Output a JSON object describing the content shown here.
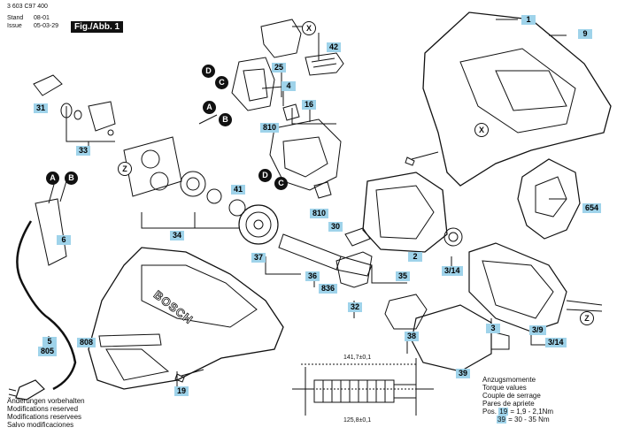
{
  "header": {
    "doc_number": "3 603 C97 400",
    "stand_label": "Stand",
    "stand_value": "08-01",
    "issue_label": "Issue",
    "issue_value": "05-03-29",
    "fig_label": "Fig./Abb. 1"
  },
  "part_labels": [
    "1",
    "9",
    "25",
    "42",
    "4",
    "31",
    "810",
    "16",
    "33",
    "41",
    "30",
    "654",
    "34",
    "37",
    "36",
    "836",
    "35",
    "2",
    "3/14",
    "32",
    "38",
    "3",
    "3/9",
    "3/14",
    "808",
    "19",
    "6",
    "5",
    "805",
    "39",
    "810"
  ],
  "circle_labels": [
    "X",
    "D",
    "C",
    "A",
    "B",
    "D",
    "C",
    "Z",
    "A",
    "B",
    "X",
    "Z"
  ],
  "dimensions": {
    "top": "141,7±0,1",
    "bottom": "125,8±0,1"
  },
  "modifications": [
    "Änderungen vorbehalten",
    "Modifications reserved",
    "Modifications reservees",
    "Salvo modificaciones"
  ],
  "torque": {
    "lines": [
      "Anzugsmomente",
      "Torque values",
      "Couple de serrage",
      "Pares de apriete"
    ],
    "pos1_prefix": "Pos.",
    "pos1_num": "19",
    "pos1_value": "= 1,9 - 2,1Nm",
    "pos2_num": "39",
    "pos2_value": "= 30 - 35 Nm"
  },
  "logo_text": "BOSCH"
}
